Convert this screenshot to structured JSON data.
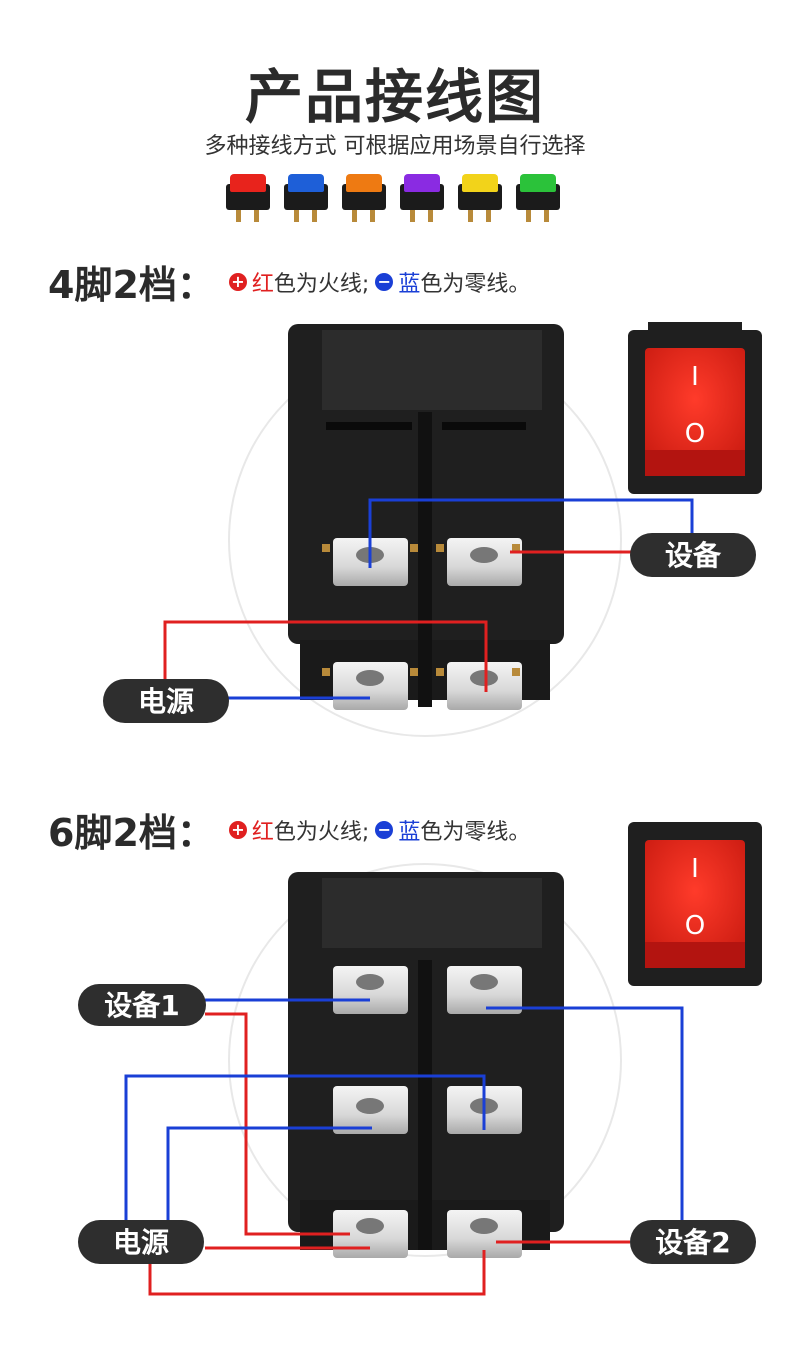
{
  "header": {
    "title": "产品接线图",
    "subtitle": "多种接线方式 可根据应用场景自行选择"
  },
  "switch_colors": [
    "#e8231c",
    "#1e5fd8",
    "#ee7a12",
    "#8a2be2",
    "#f2d31a",
    "#2bc23a"
  ],
  "section1": {
    "title": "4脚2档：",
    "red_word": "红",
    "red_rest": "色为火线;",
    "blue_word": "蓝",
    "blue_rest": "色为零线。",
    "labels": {
      "device": "设备",
      "power": "电源"
    }
  },
  "section2": {
    "title": "6脚2档：",
    "red_word": "红",
    "red_rest": "色为火线;",
    "blue_word": "蓝",
    "blue_rest": "色为零线。",
    "labels": {
      "device1": "设备1",
      "device2": "设备2",
      "power": "电源"
    }
  },
  "rocker": {
    "on_symbol": "I",
    "off_symbol": "O"
  },
  "colors": {
    "live": "#e02020",
    "neutral": "#1a3fd6",
    "switch_body": "#1f1f1f",
    "pill": "#2e2e2e"
  }
}
